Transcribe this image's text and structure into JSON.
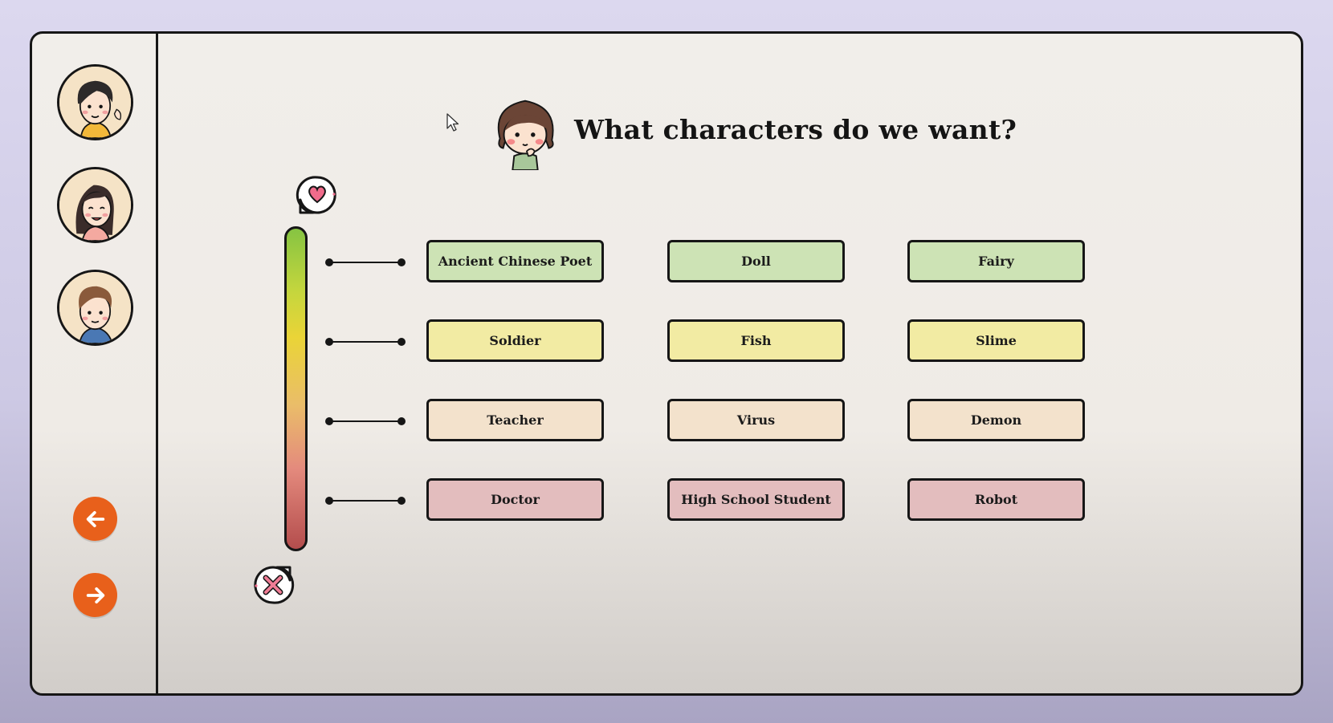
{
  "title": "What characters do we want?",
  "sidebar": {
    "avatars": [
      {
        "name": "avatar-boy-icon"
      },
      {
        "name": "avatar-woman-icon"
      },
      {
        "name": "avatar-man-icon"
      }
    ],
    "back_icon": "arrow-left-icon",
    "next_icon": "arrow-right-icon"
  },
  "scale": {
    "top_icon": "heart-bubble-icon",
    "bottom_icon": "cross-bubble-icon",
    "colors": {
      "top": "#86c442",
      "middle": "#ead437",
      "bottom": "#b44d4d"
    }
  },
  "tiers": [
    {
      "level": "liked",
      "color": "#cde3b5",
      "items": [
        "Ancient Chinese Poet",
        "Doll",
        "Fairy"
      ]
    },
    {
      "level": "neutral",
      "color": "#f2eba3",
      "items": [
        "Soldier",
        "Fish",
        "Slime"
      ]
    },
    {
      "level": "meh",
      "color": "#f3e2cc",
      "items": [
        "Teacher",
        "Virus",
        "Demon"
      ]
    },
    {
      "level": "disliked",
      "color": "#e3bdbe",
      "items": [
        "Doctor",
        "High School Student",
        "Robot"
      ]
    }
  ],
  "accent_color": "#e8601b"
}
